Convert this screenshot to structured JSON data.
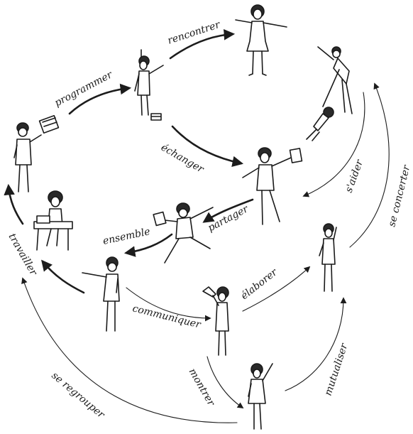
{
  "labels": {
    "rencontrer": "rencontrer",
    "programmer": "programmer",
    "echanger": "échanger",
    "s_aider": "s'aider",
    "se_concerter": "se concerter",
    "partager": "partager",
    "ensemble": "ensemble",
    "travailler": "travailler",
    "communiquer": "communiquer",
    "elaborer": "élaborer",
    "montrer": "montrer",
    "mutualiser": "mutualiser",
    "se_regrouper": "se regrouper"
  }
}
